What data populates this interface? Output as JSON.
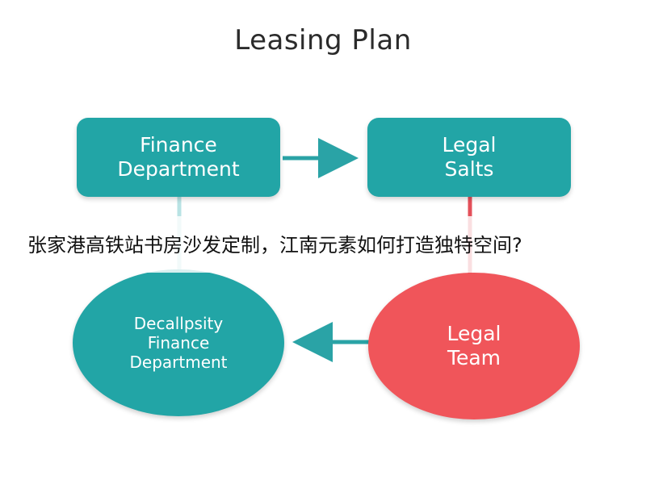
{
  "title": "Leasing Plan",
  "nodes": {
    "finance_department": "Finance\nDepartment",
    "legal_salts": "Legal\nSalts",
    "decallpsity_finance_department": "Decallpsity\nFinance\nDepartment",
    "legal_team": "Legal\nTeam"
  },
  "overlay_text": "张家港高铁站书房沙发定制，江南元素如何打造独特空间?",
  "colors": {
    "teal": "#22a5a6",
    "red": "#f0555a",
    "arrow": "#2aa3a6",
    "connector_red": "#e4505a"
  }
}
